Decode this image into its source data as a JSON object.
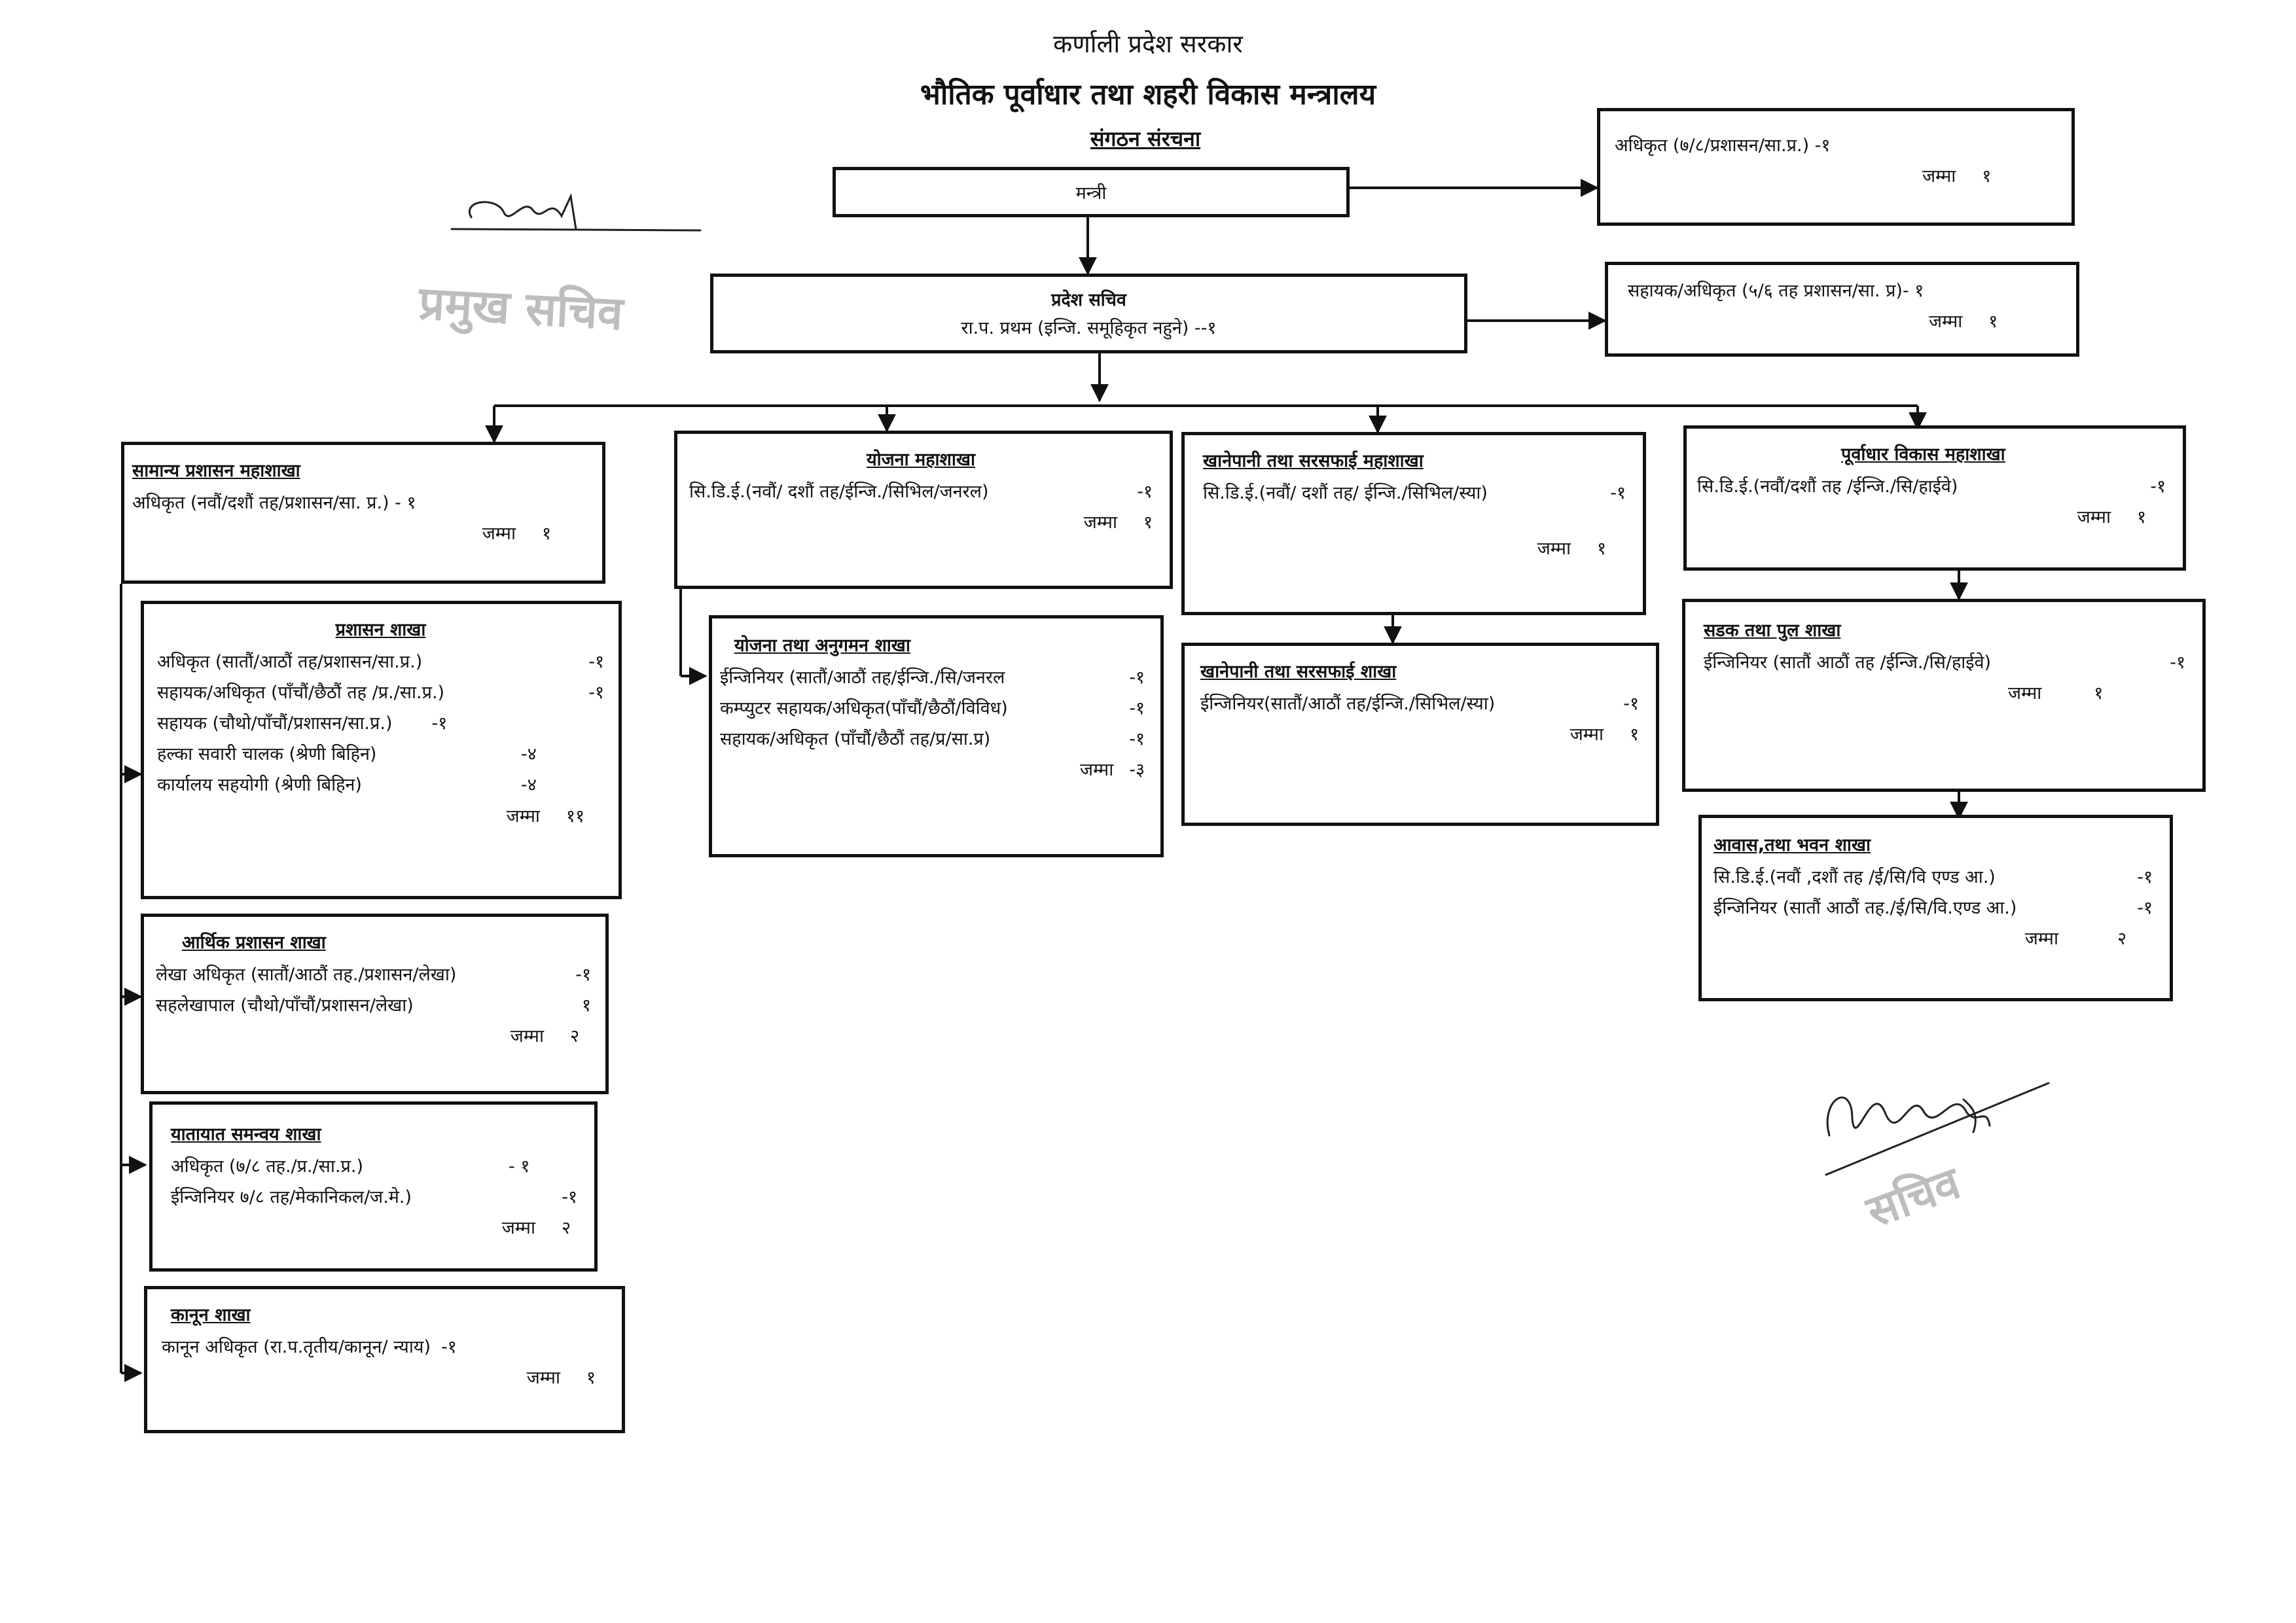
{
  "header": {
    "government": "कर्णाली प्रदेश सरकार",
    "ministry": "भौतिक पूर्वाधार तथा शहरी विकास मन्त्रालय",
    "subtitle": "संगठन संरचना"
  },
  "minister_box": {
    "label": "मन्त्री"
  },
  "minister_side": {
    "row": "अधिकृत (७/८/प्रशासन/सा.प्र.) -१",
    "total_label": "जम्मा",
    "total": "१"
  },
  "secretary_box": {
    "title": "प्रदेश सचिव",
    "detail": "रा.प. प्रथम (इन्जि. समूहिकृत नहुने) --१"
  },
  "secretary_side": {
    "row": "सहायक/अधिकृत (५/६ तह प्रशासन/सा. प्र)- १",
    "total_label": "जम्मा",
    "total": "१"
  },
  "general_admin": {
    "heading": "सामान्य प्रशासन महाशाखा",
    "rows": [
      {
        "text": "अधिकृत (नवौं/दशौं तह/प्रशासन/सा. प्र.) -",
        "count": "१"
      }
    ],
    "total_label": "जम्मा",
    "total": "१"
  },
  "admin_section": {
    "heading": "प्रशासन शाखा",
    "rows": [
      {
        "text": "अधिकृत (सातौं/आठौं तह/प्रशासन/सा.प्र.)",
        "count": "-१"
      },
      {
        "text": "सहायक/अधिकृत (पाँचौं/छैठौं तह /प्र./सा.प्र.)",
        "count": "-१"
      },
      {
        "text": "सहायक (चौथो/पाँचौं/प्रशासन/सा.प्र.)",
        "count": "-१"
      },
      {
        "text": "हल्का सवारी चालक (श्रेणी बिहिन)",
        "count": "-४"
      },
      {
        "text": "कार्यालय सहयोगी (श्रेणी बिहिन)",
        "count": "-४"
      }
    ],
    "total_label": "जम्मा",
    "total": "११"
  },
  "finance_section": {
    "heading": "आर्थिक प्रशासन शाखा",
    "rows": [
      {
        "text": "लेखा अधिकृत (सातौं/आठौं तह./प्रशासन/लेखा)",
        "count": "-१"
      },
      {
        "text": "सहलेखापाल (चौथो/पाँचौं/प्रशासन/लेखा)",
        "count": "१"
      }
    ],
    "total_label": "जम्मा",
    "total": "२"
  },
  "transport_section": {
    "heading": "यातायात समन्वय शाखा",
    "rows": [
      {
        "text": "अधिकृत (७/८ तह./प्र./सा.प्र.)",
        "count": "- १"
      },
      {
        "text": "ईन्जिनियर ७/८ तह/मेकानिकल/ज.मे.)",
        "count": "-१"
      }
    ],
    "total_label": "जम्मा",
    "total": "२"
  },
  "law_section": {
    "heading": "कानून शाखा",
    "rows": [
      {
        "text": "कानून अधिकृत (रा.प.तृतीय/कानून/ न्याय)",
        "count": "-१"
      }
    ],
    "total_label": "जम्मा",
    "total": "१"
  },
  "planning_div": {
    "heading": "योजना महाशाखा",
    "rows": [
      {
        "text": "सि.डि.ई.(नवौं/ दशौं तह/ईन्जि./सिभिल/जनरल)",
        "count": "-१"
      }
    ],
    "total_label": "जम्मा",
    "total": "१"
  },
  "planning_section": {
    "heading": "योजना तथा अनुगमन शाखा",
    "rows": [
      {
        "text": "ईन्जिनियर (सातौं/आठौं तह/ईन्जि./सि/जनरल",
        "count": "-१"
      },
      {
        "text": "कम्प्युटर सहायक/अधिकृत(पाँचौं/छैठौं/विविध)",
        "count": "-१"
      },
      {
        "text": "सहायक/अधिकृत (पाँचौं/छैठौं तह/प्र/सा.प्र)",
        "count": "-१"
      }
    ],
    "total_label": "जम्मा",
    "total": "-३"
  },
  "water_div": {
    "heading": "खानेपानी तथा सरसफाई महाशाखा",
    "rows": [
      {
        "text": "सि.डि.ई.(नवौं/ दशौं तह/ ईन्जि./सिभिल/स्या)",
        "count": "-१"
      }
    ],
    "total_label": "जम्मा",
    "total": "१"
  },
  "water_section": {
    "heading": "खानेपानी तथा सरसफाई शाखा",
    "rows": [
      {
        "text": "ईन्जिनियर(सातौं/आठौं तह/ईन्जि./सिभिल/स्या)",
        "count": "-१"
      }
    ],
    "total_label": "जम्मा",
    "total": "१"
  },
  "infra_div": {
    "heading": "पूर्वाधार विकास महाशाखा",
    "rows": [
      {
        "text": "सि.डि.ई.(नवौं/दशौं तह /ईन्जि./सि/हाईवे)",
        "count": "-१"
      }
    ],
    "total_label": "जम्मा",
    "total": "१"
  },
  "road_section": {
    "heading": "सडक तथा पुल शाखा",
    "rows": [
      {
        "text": "ईन्जिनियर (सातौं आठौं तह /ईन्जि./सि/हाईवे)",
        "count": "-१"
      }
    ],
    "total_label": "जम्मा",
    "total": "१"
  },
  "housing_section": {
    "heading": "आवास,तथा भवन शाखा",
    "rows": [
      {
        "text": "सि.डि.ई.(नवौं ,दशौं तह /ई/सि/वि एण्ड आ.)",
        "count": "-१"
      },
      {
        "text": "ईन्जिनियर (सातौं आठौं तह./ई/सि/वि.एण्ड आ.)",
        "count": "-१"
      }
    ],
    "total_label": "जम्मा",
    "total": "२"
  },
  "stamps": {
    "chief_secretary": "प्रमुख सचिव",
    "secretary": "सचिव"
  }
}
